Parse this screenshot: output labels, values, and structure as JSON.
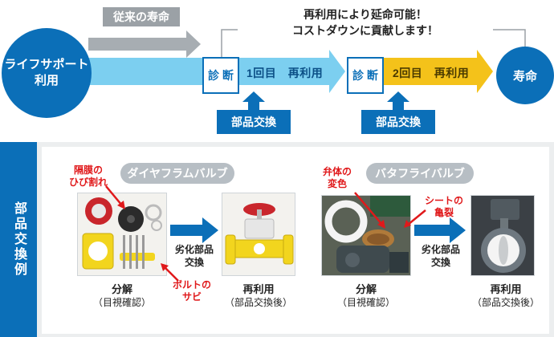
{
  "flow": {
    "start_label": "ライフサポート\n利用",
    "end_label": "寿命",
    "old_lifespan_label": "従来の寿命",
    "extend_text": "再利用により延命可能！\nコストダウンに貢献します！",
    "diagnosis_label_1": "診 断",
    "diagnosis_label_2": "診 断",
    "reuse_1_label": "1回目　再利用",
    "reuse_2_label": "2回目　再利用",
    "parts_exchange_1": "部品交換",
    "parts_exchange_2": "部品交換"
  },
  "example": {
    "side_title": "部品交換例",
    "left": {
      "title": "ダイヤフラムバルブ",
      "note_crack": "隔膜の\nひび割れ",
      "note_bolt": "ボルトの\nサビ",
      "before_main": "分解",
      "before_sub": "（目視確認）",
      "arrow_label": "劣化部品\n交換",
      "after_main": "再利用",
      "after_sub": "（部品交換後）"
    },
    "right": {
      "title": "バタフライバルブ",
      "note_discolor": "弁体の\n変色",
      "note_seat": "シートの\n亀裂",
      "before_main": "分解",
      "before_sub": "（目視確認）",
      "arrow_label": "劣化部品\n交換",
      "after_main": "再利用",
      "after_sub": "（部品交換後）"
    }
  },
  "colors": {
    "brand_blue": "#0b6fb8",
    "light_blue_arrow": "#7ccff0",
    "yellow_arrow": "#f4c21a",
    "gray_arrow": "#a7adb2",
    "accent_red": "#e0191b"
  }
}
